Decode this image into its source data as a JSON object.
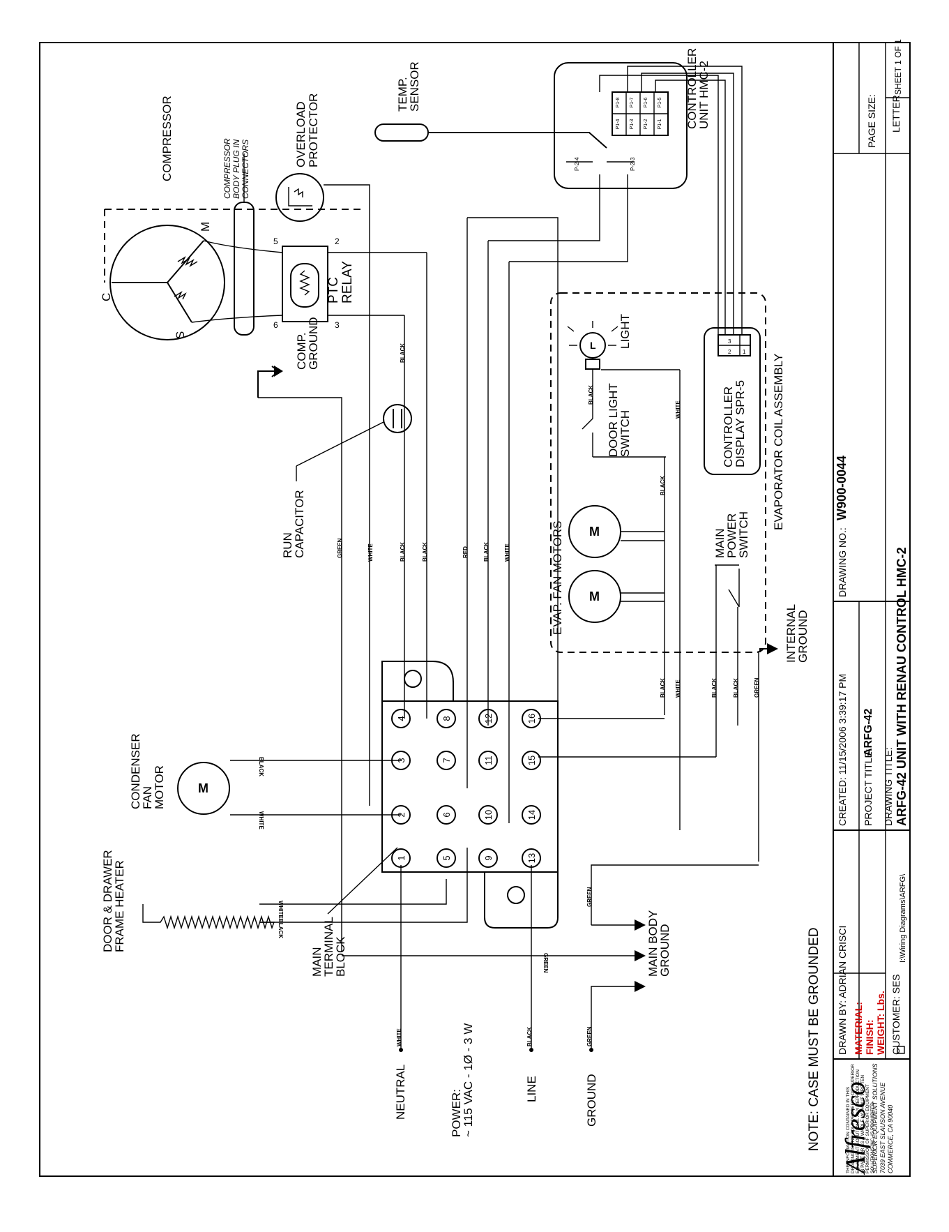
{
  "components": {
    "compressor": "COMPRESSOR",
    "compressor_plug": [
      "COMPRESSOR",
      "BODY PLUG IN",
      "CONNECTORS"
    ],
    "overload_protector": [
      "OVERLOAD",
      "PROTECTOR"
    ],
    "temp_sensor": [
      "TEMP.",
      "SENSOR"
    ],
    "controller_unit": [
      "CONTROLLER",
      "UNIT HMC-2"
    ],
    "ptc_relay": [
      "PTC",
      "RELAY"
    ],
    "comp_ground": [
      "COMP.",
      "GROUND"
    ],
    "run_capacitor": [
      "RUN",
      "CAPACITOR"
    ],
    "condenser_fan_motor": [
      "CONDENSER",
      "FAN",
      "MOTOR"
    ],
    "door_frame_heater": [
      "DOOR & DRAWER",
      "FRAME HEATER"
    ],
    "main_terminal_block": [
      "MAIN",
      "TERMINAL",
      "BLOCK"
    ],
    "evap_fan_motors": "EVAP. FAN MOTORS",
    "door_light_switch": [
      "DOOR LIGHT",
      "SWITCH"
    ],
    "light": "LIGHT",
    "controller_display": [
      "CONTROLLER",
      "DISPLAY SPR-5"
    ],
    "main_power_switch": [
      "MAIN",
      "POWER",
      "SWITCH"
    ],
    "evaporator_assembly": "EVAPORATOR COIL ASSEMBLY",
    "internal_ground": [
      "INTERNAL",
      "GROUND"
    ],
    "main_body_ground": [
      "MAIN BODY",
      "GROUND"
    ],
    "motor_letter": "M",
    "light_letter": "L",
    "compressor_terminals": {
      "c": "C",
      "m": "M",
      "s": "S"
    },
    "relay_pins": {
      "p5": "5",
      "p6": "6",
      "p2": "2",
      "p3": "3"
    }
  },
  "connectors": {
    "controller_pins": [
      "P1-8",
      "P1-7",
      "P1-6",
      "P1-5",
      "P1-4",
      "P1-3",
      "P1-2",
      "P1-1"
    ],
    "p2_pins": [
      "P-2-4",
      "P-2-3"
    ],
    "display_pins": [
      "3",
      "2",
      "1"
    ]
  },
  "terminal_block": [
    "1",
    "2",
    "3",
    "4",
    "5",
    "6",
    "7",
    "8",
    "9",
    "10",
    "11",
    "12",
    "13",
    "14",
    "15",
    "16"
  ],
  "wire_colors": {
    "green": "GREEN",
    "white": "WHITE",
    "black": "BLACK",
    "red": "RED",
    "white_mirror": "WHITE",
    "black_mirror": "BLACK",
    "green_mirror": "GREEN"
  },
  "power": {
    "neutral": "NEUTRAL",
    "power_label": "POWER:",
    "power_spec": "~ 115 VAC - 1Ø - 3 W",
    "line": "LINE",
    "ground": "GROUND"
  },
  "note": "NOTE: CASE MUST BE GROUNDED",
  "title_block": {
    "drawing_no_label": "DRAWING NO.:",
    "drawing_no": "W900-0044",
    "page_size_label": "PAGE SIZE:",
    "page_size": "LETTER",
    "sheet": "SHEET 1 OF 1",
    "created": "CREATED: 11/15/2006 3:39:17 PM",
    "project_title_label": "PROJECT TITLE:",
    "project_title": "ARFG-42",
    "drawing_title_label": "DRAWING TITLE:",
    "drawing_title": "ARFG-42 UNIT WITH RENAU CONTROL HMC-2",
    "drawn_by": "DRAWN BY: ADRIAN CRISCI",
    "material": "MATERIAL:",
    "finish": "FINISH:",
    "weight": "WEIGHT:  Lbs.",
    "customer": "CUSTOMER: SES",
    "file_path": "I:\\Wiring Diagrams\\ARFG\\",
    "notice": [
      "THE INFORMATION CONTAINED IN THIS",
      "DRAWING IS THE SOLE PROPERTY OF SUPERIOR",
      "EQUIPMENT SOLUTIONS. ANY REPRODUCTION",
      "IN PART OR AS A WHOLE WITHOUT WRITTEN",
      "PERMISSION OF SUPERIOR EQUIPMENT",
      "SOLUTIONS INC. IS PROHIBITED"
    ],
    "logo": "Alfresco",
    "company": [
      "SUPERIOR EQUIPMENT SOLUTIONS",
      "7039 EAST SLAUSON AVENUE",
      "COMMERCE, CA  90040"
    ]
  }
}
